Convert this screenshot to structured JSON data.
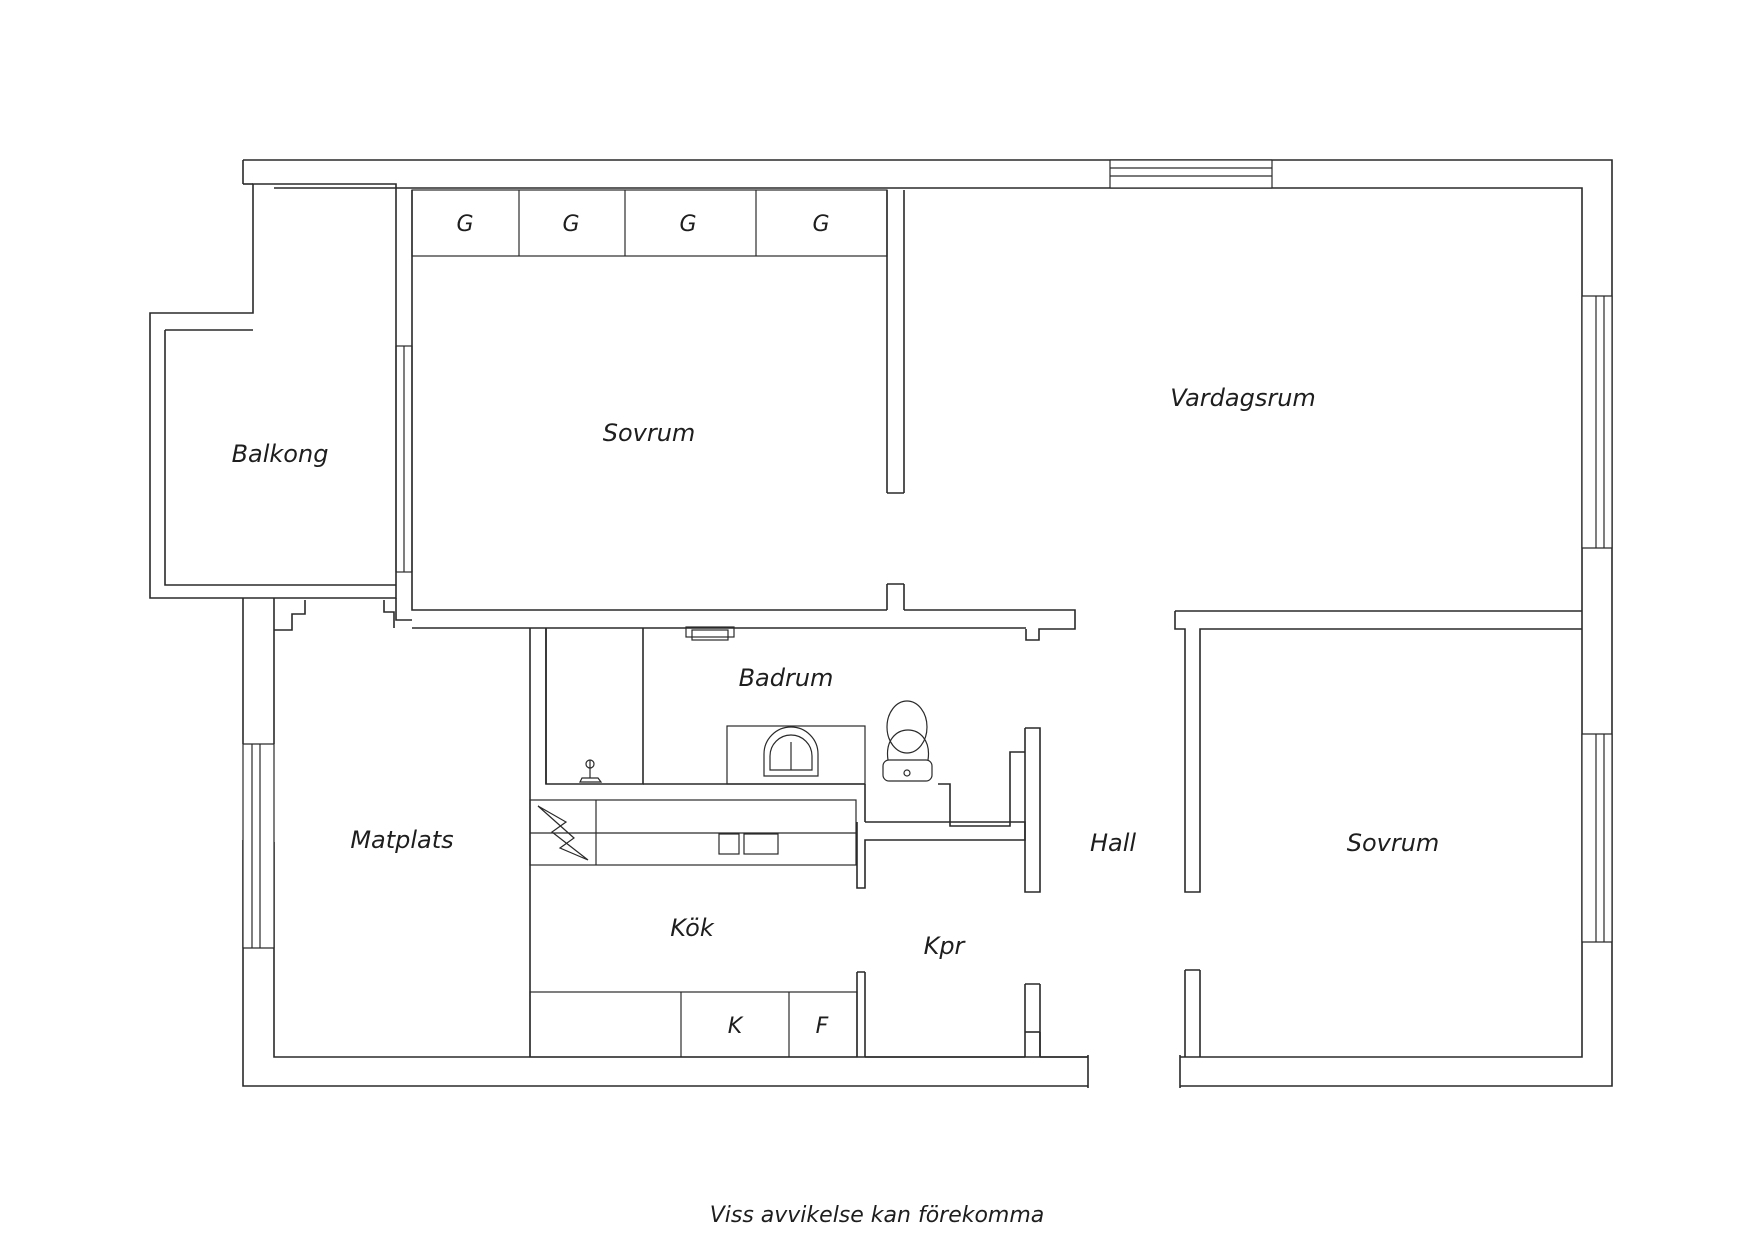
{
  "rooms": {
    "balkong": "Balkong",
    "sovrum_1": "Sovrum",
    "vardagsrum": "Vardagsrum",
    "badrum": "Badrum",
    "matplats": "Matplats",
    "kok": "Kök",
    "kpr": "Kpr",
    "hall": "Hall",
    "sovrum_2": "Sovrum"
  },
  "wardrobes": [
    "G",
    "G",
    "G",
    "G"
  ],
  "appliances": {
    "kyl": "K",
    "frys": "F"
  },
  "disclaimer": "Viss avvikelse kan förekomma"
}
